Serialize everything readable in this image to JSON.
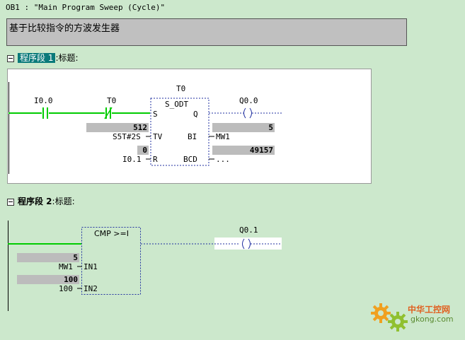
{
  "header": {
    "title": "OB1 :  \"Main Program Sweep (Cycle)\""
  },
  "comment": "基于比较指令的方波发生器",
  "network1": {
    "label": "程序段 1",
    "title_suffix": ":标题:",
    "contact1": "I0.0",
    "contact2": "T0",
    "timer": {
      "name": "T0",
      "type": "S_ODT",
      "pin_s": "S",
      "pin_q": "Q",
      "pin_tv": "TV",
      "pin_bi": "BI",
      "pin_r": "R",
      "pin_bcd": "BCD",
      "tv_value": "512",
      "tv_operand": "S5T#2S",
      "r_value": "0",
      "r_operand": "I0.1",
      "bi_value": "5",
      "bi_operand": "MW1",
      "bcd_value": "49157",
      "bcd_operand": "..."
    },
    "coil": "Q0.0"
  },
  "network2": {
    "label": "程序段 2",
    "title_suffix": ":标题:",
    "compare": {
      "type": "CMP >=I",
      "pin_in1": "IN1",
      "pin_in2": "IN2",
      "in1_value": "5",
      "in1_operand": "MW1",
      "in2_value": "100",
      "in2_operand": "100"
    },
    "coil": "Q0.1"
  },
  "watermark": {
    "text": "中华工控网",
    "domain": "gkong.com"
  },
  "colors": {
    "background": "#cce8cc",
    "power_flow": "#00cc00",
    "dashed_line": "#2030a0",
    "highlight": "#0a7a7a",
    "value_bg": "#bcbcbc"
  }
}
